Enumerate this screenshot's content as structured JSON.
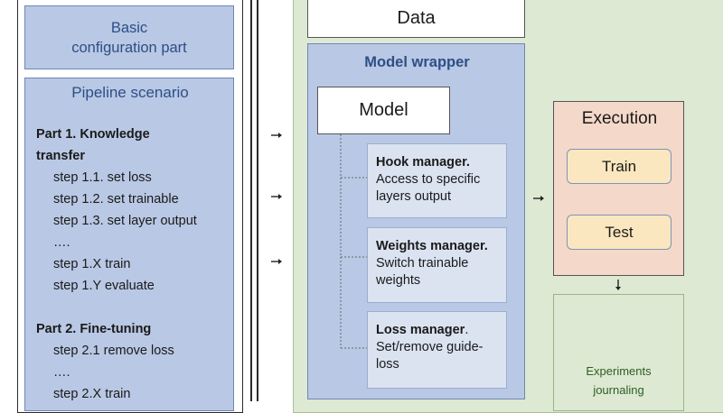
{
  "left": {
    "basic_config": "Basic\nconfiguration part",
    "pipeline_title": "Pipeline scenario",
    "part1_title": "Part 1. Knowledge\ntransfer",
    "part1_steps": [
      "step 1.1. set loss",
      "step 1.2. set trainable",
      "step 1.3. set layer output",
      "….",
      "step 1.X train",
      "step 1.Y evaluate"
    ],
    "part2_title": "Part 2. Fine-tuning",
    "part2_steps": [
      "step 2.1 remove loss",
      "….",
      "step 2.X train"
    ]
  },
  "data_label": "Data",
  "wrapper": {
    "title": "Model wrapper",
    "model_label": "Model",
    "hook": {
      "bold": "Hook manager.",
      "text": " Access to specific layers output"
    },
    "weights": {
      "bold": "Weights manager.",
      "text": " Switch trainable weights"
    },
    "loss": {
      "bold": "Loss manager",
      "text": ". Set/remove guide-loss"
    }
  },
  "execution": {
    "title": "Execution",
    "train": "Train",
    "test": "Test"
  },
  "journal_label": "Experiments\njournaling",
  "colors": {
    "blue_fill": "#b9c8e4",
    "blue_text": "#2d4f86",
    "green_fill": "#dde9d3",
    "exec_fill": "#f4d8c9",
    "pill_fill": "#fbe7bf",
    "journal_text": "#2f5d22"
  }
}
